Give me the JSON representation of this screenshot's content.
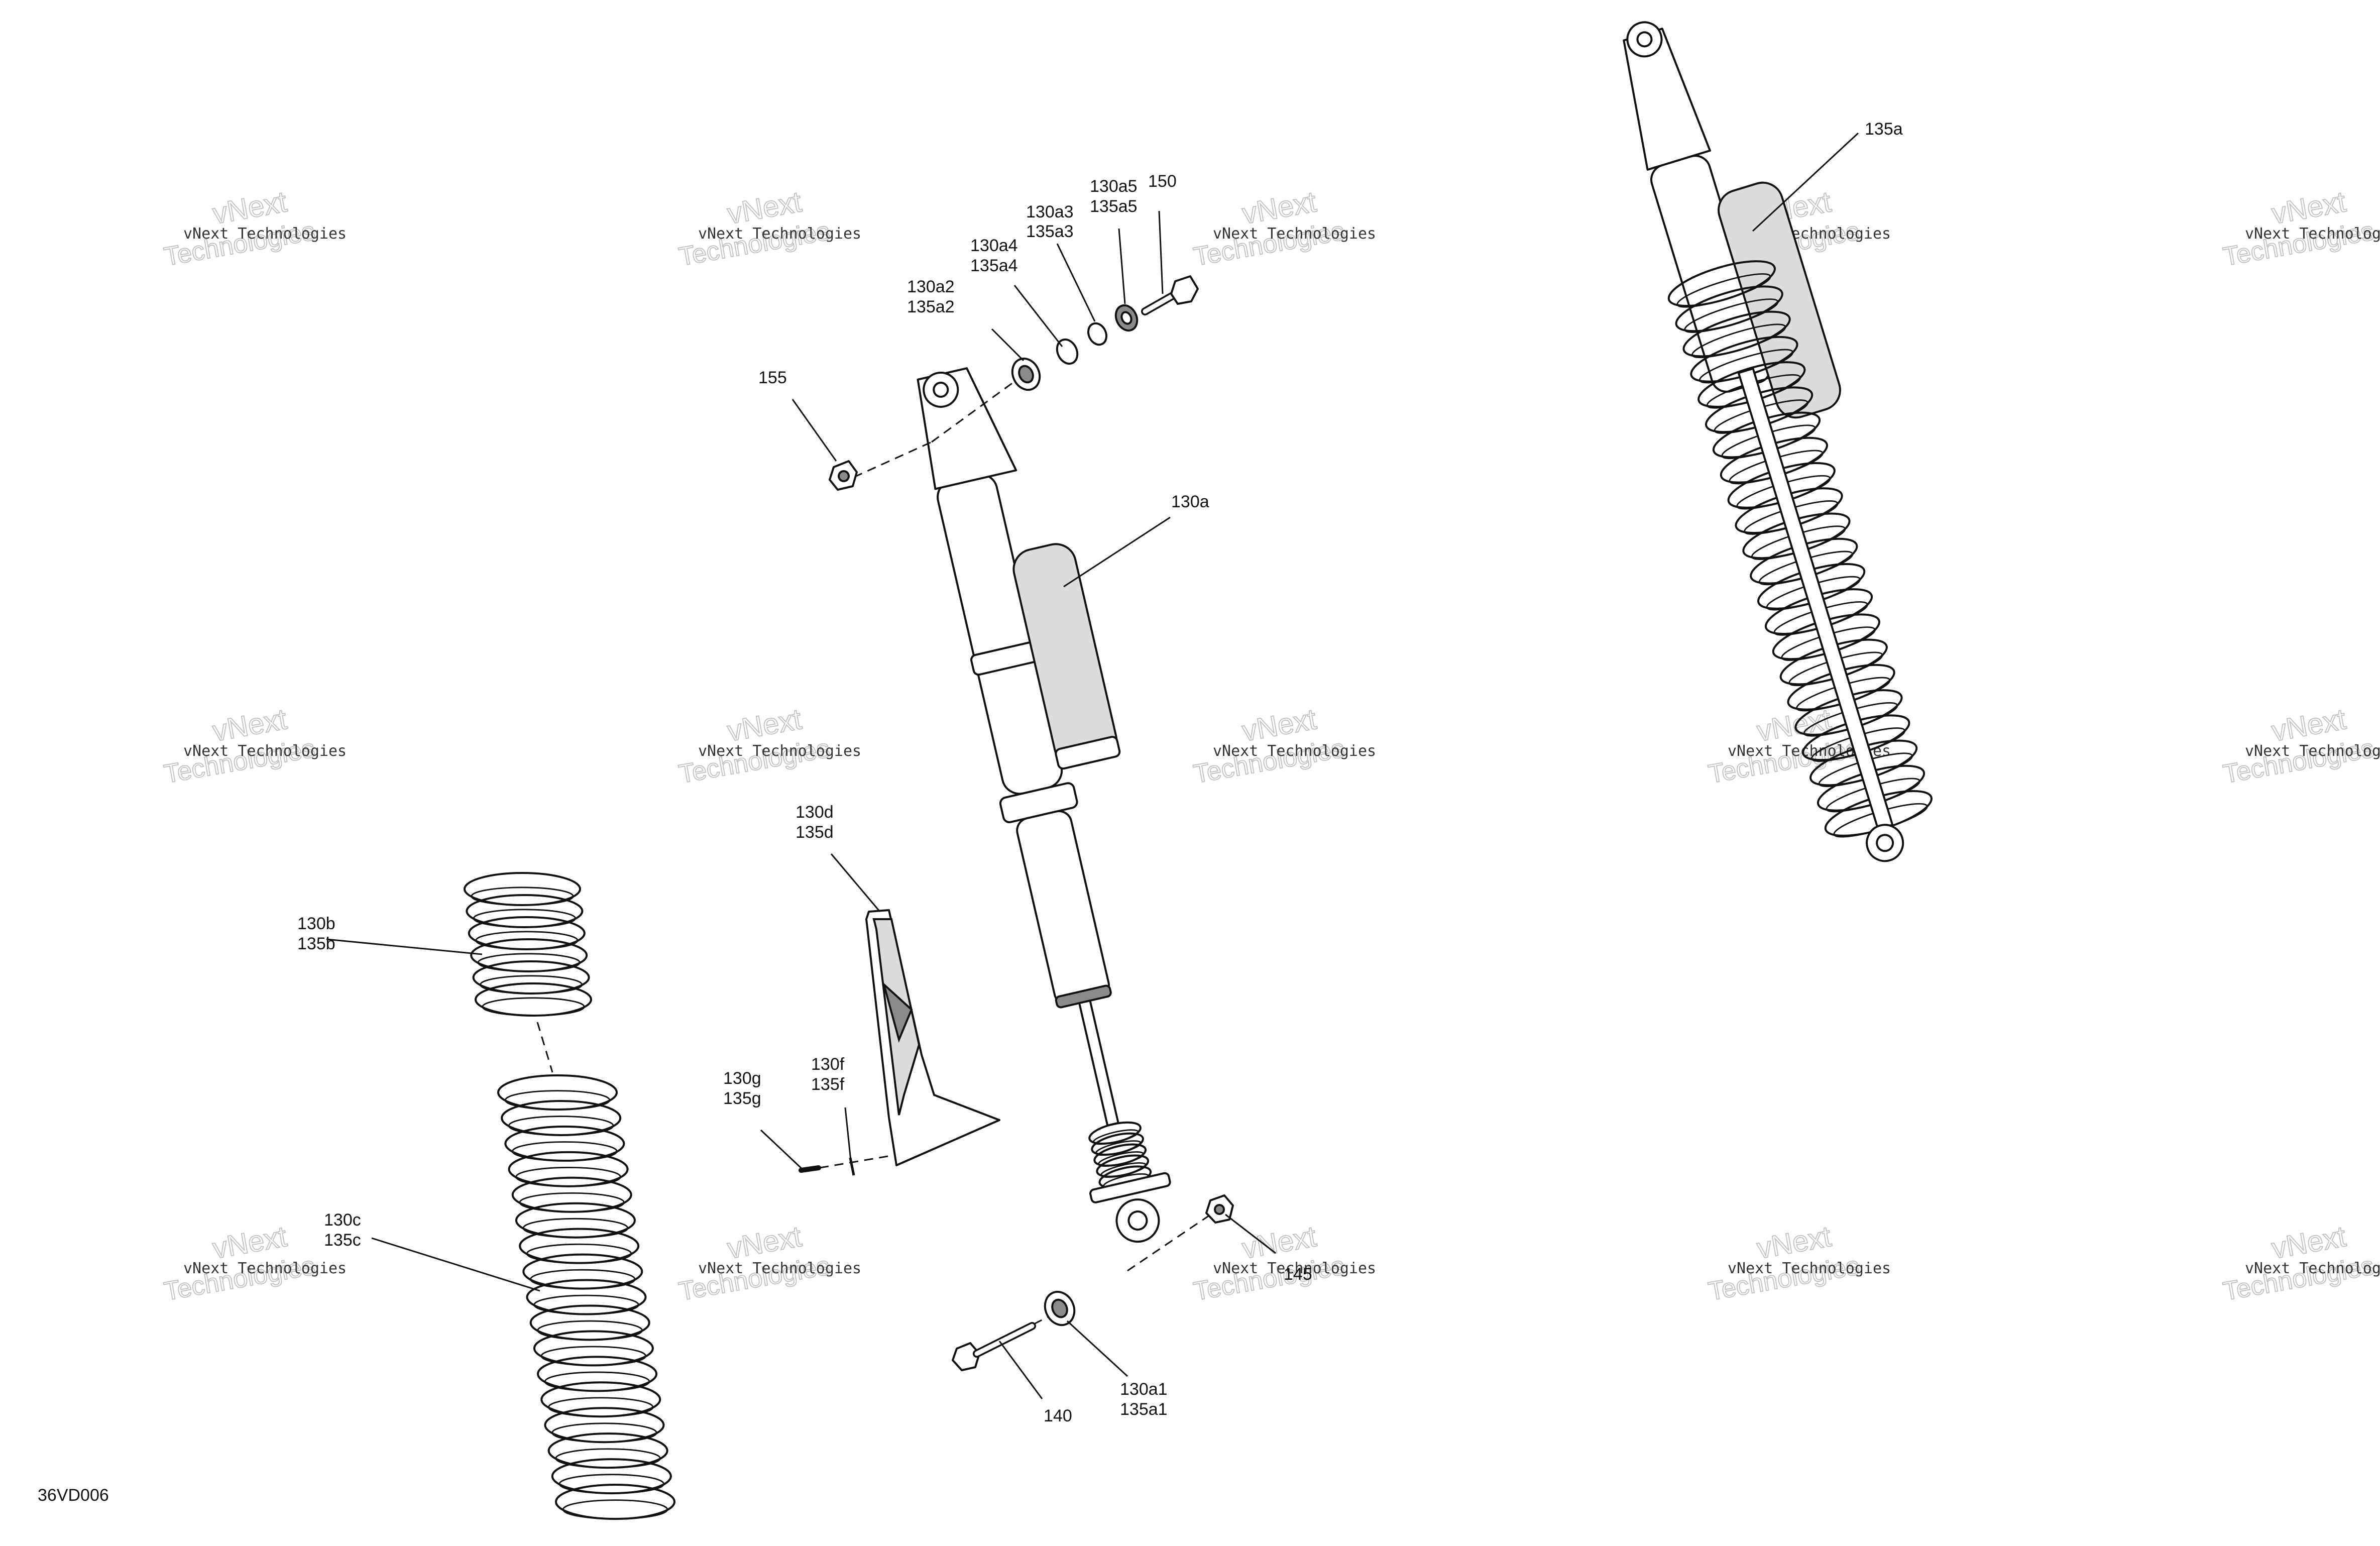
{
  "diagram": {
    "code": "36VD006",
    "watermark": {
      "small": "vNext Technologies",
      "large_line1": "vNext",
      "large_line2": "Technologies"
    },
    "callouts": {
      "c135a": "135a",
      "c150": "150",
      "c130a5": "130a5",
      "c135a5": "135a5",
      "c130a3": "130a3",
      "c135a3": "135a3",
      "c130a4": "130a4",
      "c135a4": "135a4",
      "c130a2": "130a2",
      "c135a2": "135a2",
      "c155": "155",
      "c130a": "130a",
      "c130d": "130d",
      "c135d": "135d",
      "c130b": "130b",
      "c135b": "135b",
      "c130f": "130f",
      "c135f": "135f",
      "c130g": "130g",
      "c135g": "135g",
      "c130c": "130c",
      "c135c": "135c",
      "c145": "145",
      "c140": "140",
      "c130a1": "130a1",
      "c135a1": "135a1"
    }
  }
}
